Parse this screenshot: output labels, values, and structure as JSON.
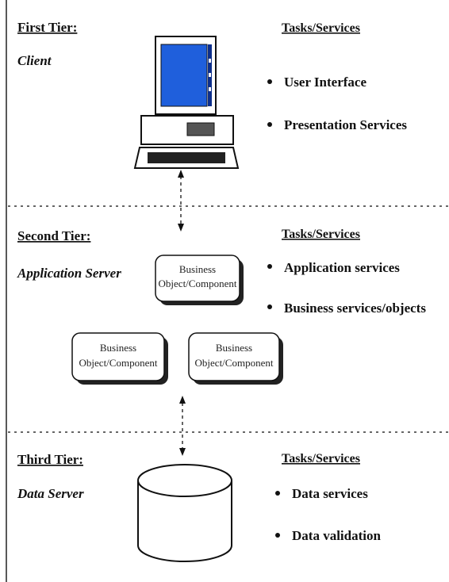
{
  "tiers": [
    {
      "heading": "First Tier:",
      "role": "Client",
      "tasks_header": "Tasks/Services",
      "tasks": [
        "User Interface",
        "Presentation Services"
      ]
    },
    {
      "heading": "Second Tier:",
      "role": "Application Server",
      "tasks_header": "Tasks/Services",
      "tasks": [
        "Application services",
        "Business services/objects"
      ]
    },
    {
      "heading": "Third Tier:",
      "role": "Data Server",
      "tasks_header": "Tasks/Services",
      "tasks": [
        "Data services",
        "Data validation"
      ]
    }
  ],
  "components": [
    {
      "line1": "Business",
      "line2": "Object/Component"
    },
    {
      "line1": "Business",
      "line2": "Object/Component"
    },
    {
      "line1": "Business",
      "line2": "Object/Component"
    }
  ],
  "icons": {
    "client": "computer-icon",
    "database": "database-cylinder-icon",
    "arrows": "bidirectional-arrow-icon"
  },
  "colors": {
    "screen": "#1f5fdc",
    "line": "#111111"
  }
}
